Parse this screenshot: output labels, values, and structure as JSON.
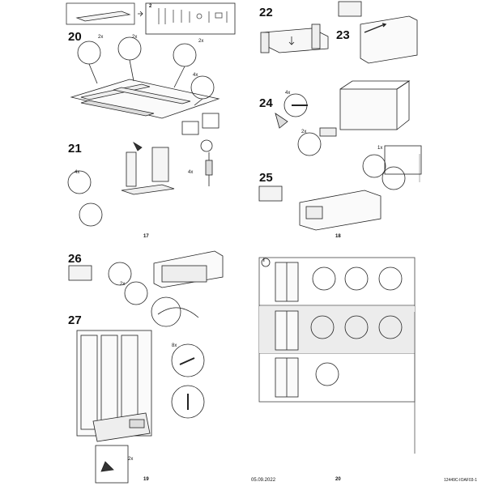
{
  "pages": [
    {
      "number": "17",
      "steps": [
        "20",
        "21"
      ],
      "multipliers": {
        "s20a": "2x",
        "s20b": "2x",
        "s20c": "2x",
        "s20d": "4x",
        "s21a": "4x",
        "s21b": "4x"
      },
      "mini_label": "2"
    },
    {
      "number": "18",
      "steps": [
        "22",
        "23",
        "24",
        "25"
      ],
      "multipliers": {
        "s24a": "4x",
        "s24b": "2x",
        "s25a": "1x"
      }
    },
    {
      "number": "19",
      "steps": [
        "26",
        "27"
      ],
      "multipliers": {
        "s26a": "2x",
        "s27a": "8x",
        "s27b": "2x"
      }
    },
    {
      "number": "20",
      "info_icon": "i",
      "footer_date": "05.09.2022",
      "footer_code": "12449C-IOAF03-1"
    }
  ]
}
